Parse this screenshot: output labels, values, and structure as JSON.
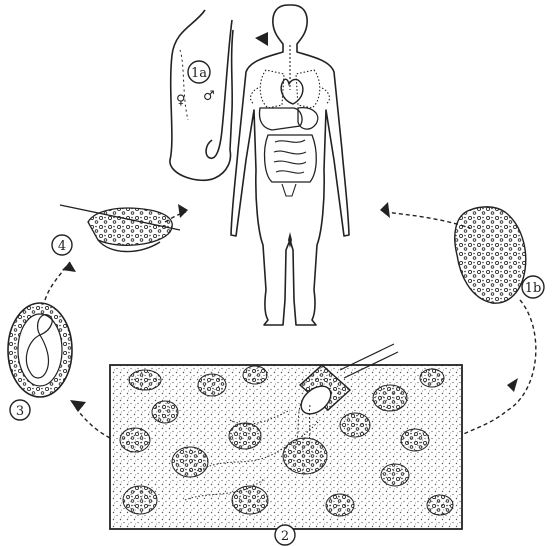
{
  "labels": {
    "stage_1a": "1a",
    "stage_1b": "1b",
    "stage_2": "2",
    "stage_3": "3",
    "stage_4": "4",
    "female_symbol": "♀",
    "male_symbol": "♂"
  },
  "colors": {
    "ink": "#222222",
    "paper": "#ffffff",
    "stipple": "#555555"
  }
}
